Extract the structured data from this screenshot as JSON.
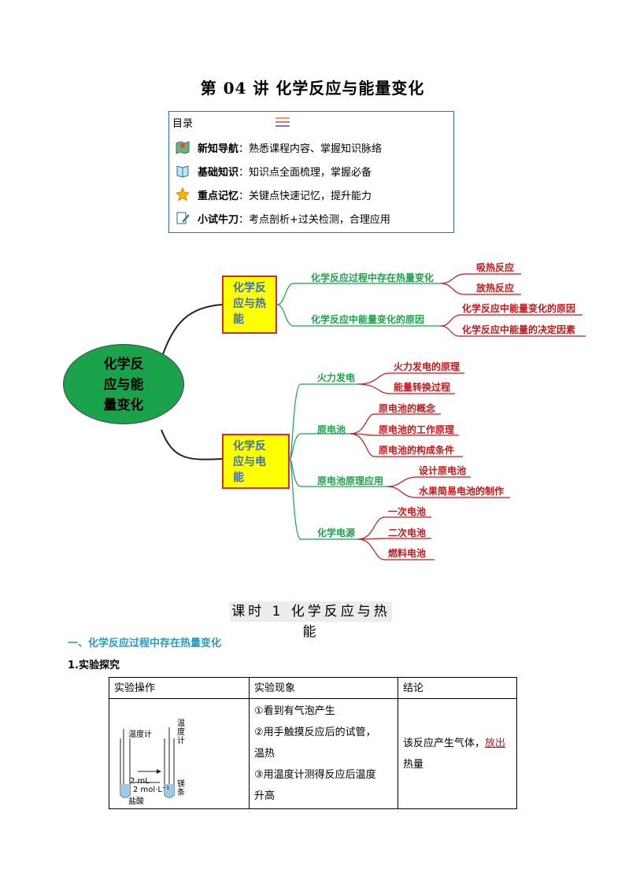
{
  "title": "第 04 讲  化学反应与能量变化",
  "toc": {
    "heading": "目录",
    "items": [
      {
        "label": "新知导航",
        "sep": "：",
        "desc": "熟悉课程内容、掌握知识脉络",
        "icon": "map-icon"
      },
      {
        "label": "基础知识",
        "sep": "：",
        "desc": "知识点全面梳理，掌握必备",
        "icon": "book-icon"
      },
      {
        "label": "重点记忆",
        "sep": "：",
        "desc": "关键点快速记忆，提升能力",
        "icon": "star-icon"
      },
      {
        "label": "小试牛刀",
        "sep": "：",
        "desc": "考点剖析+过关检测，合理应用",
        "icon": "pencil-icon"
      }
    ]
  },
  "mindmap": {
    "root": [
      "化学反",
      "应与能",
      "量变化"
    ],
    "branch1": {
      "label": [
        "化学反",
        "应与热",
        "能"
      ],
      "subs": [
        {
          "label": "化学反应过程中存在热量变化",
          "leaves": [
            "吸热反应",
            "放热反应"
          ]
        },
        {
          "label": "化学反应中能量变化的原因",
          "leaves": [
            "化学反应中能量变化的原因",
            "化学反应中能量的决定因素"
          ]
        }
      ]
    },
    "branch2": {
      "label": [
        "化学反",
        "应与电",
        "能"
      ],
      "subs": [
        {
          "label": "火力发电",
          "leaves": [
            "火力发电的原理",
            "能量转换过程"
          ]
        },
        {
          "label": "原电池",
          "leaves": [
            "原电池的概念",
            "原电池的工作原理",
            "原电池的构成条件"
          ]
        },
        {
          "label": "原电池原理应用",
          "leaves": [
            "设计原电池",
            "水果简易电池的制作"
          ]
        },
        {
          "label": "化学电源",
          "leaves": [
            "一次电池",
            "二次电池",
            "燃料电池"
          ]
        }
      ]
    }
  },
  "lesson": "课时 1  化学反应与热能",
  "section1": "一、化学反应过程中存在热量变化",
  "sub1": "1.实验探究",
  "table": {
    "headers": [
      "实验操作",
      "实验现象",
      "结论"
    ],
    "figure_labels": {
      "thermo1": "温度计",
      "thermo2a": "温",
      "thermo2b": "度",
      "thermo2c": "计",
      "vol": "2 mL",
      "conc": "2 mol·L⁻¹",
      "acid": "盐酸",
      "mg1": "镁",
      "mg2": "条"
    },
    "phenomena": [
      "①看到有气泡产生",
      "②用手触摸反应后的试管，",
      "温热",
      "③用温度计测得反应后温度",
      "升高"
    ],
    "conclusion_pre": "该反应产生气体，",
    "conclusion_blank": "放出",
    "conclusion_post": "热量"
  }
}
